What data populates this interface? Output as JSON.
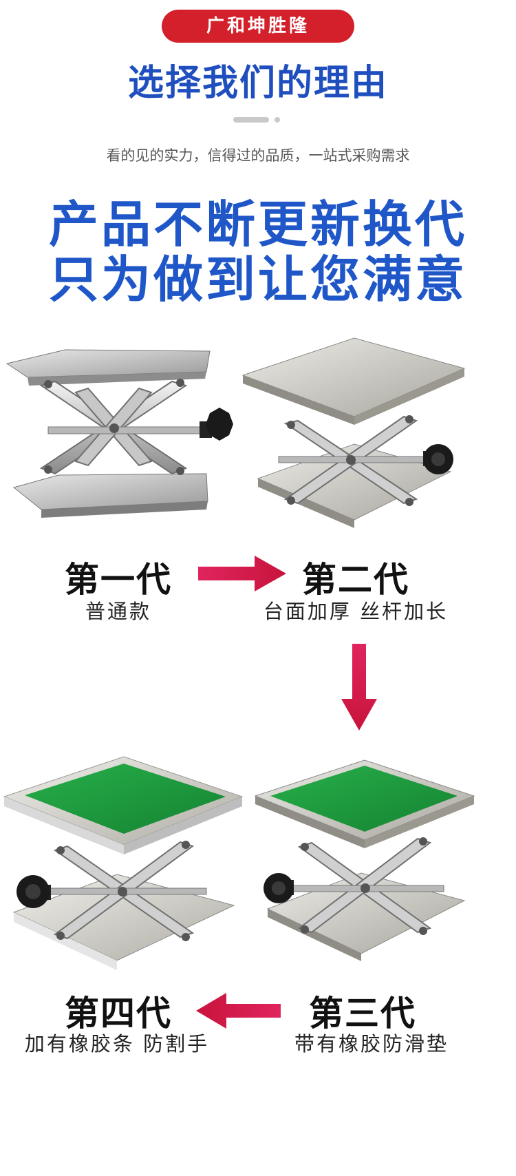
{
  "brand": "广和坤胜隆",
  "headline": "选择我们的理由",
  "subtext": "看的见的实力，信得过的品质，一站式采购需求",
  "slogan": {
    "line1": "产品不断更新换代",
    "line2": "只为做到让您满意"
  },
  "generations": [
    {
      "title": "第一代",
      "desc": "普通款"
    },
    {
      "title": "第二代",
      "desc": "台面加厚 丝杆加长"
    },
    {
      "title": "第三代",
      "desc": "带有橡胶防滑垫"
    },
    {
      "title": "第四代",
      "desc": "加有橡胶条 防割手"
    }
  ],
  "colors": {
    "brand_red": "#d3202a",
    "headline_blue": "#1f4fbf",
    "slogan_blue": "#1f57c9",
    "arrow_red": "#e0245e",
    "rubber_green": "#1e9b3e"
  }
}
